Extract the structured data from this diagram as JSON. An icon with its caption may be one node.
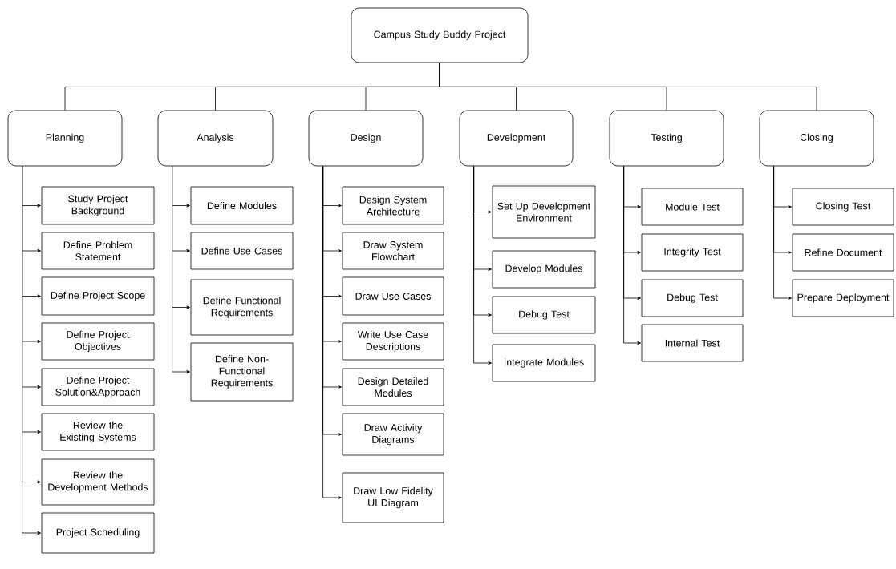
{
  "diagram": {
    "nodes": [
      {
        "text": [
          "Campus Study Buddy Project"
        ]
      },
      {
        "text": [
          "Planning"
        ]
      },
      {
        "text": [
          "Study Project Background"
        ]
      },
      {
        "text": [
          "Define Problem Statement"
        ]
      },
      {
        "text": [
          "Define Project Scope"
        ]
      },
      {
        "text": [
          "Define Project Objectives"
        ]
      },
      {
        "text": [
          "Define Project Solution&Approach"
        ]
      },
      {
        "text": [
          "Review the Existing Systems"
        ]
      },
      {
        "text": [
          "Review the Development Methods"
        ]
      },
      {
        "text": [
          "Project Scheduling"
        ]
      },
      {
        "text": [
          "Analysis"
        ]
      },
      {
        "text": [
          "Define Modules"
        ]
      },
      {
        "text": [
          "Define Use Cases"
        ]
      },
      {
        "text": [
          "Define Functional Requirements"
        ]
      },
      {
        "text": [
          "Define Non-Functional Requirements"
        ]
      },
      {
        "text": [
          "Design"
        ]
      },
      {
        "text": [
          "Design System Architecture"
        ]
      },
      {
        "text": [
          "Draw System Flowchart"
        ]
      },
      {
        "text": [
          "Draw Use Cases"
        ]
      },
      {
        "text": [
          "Write Use Case Descriptions"
        ]
      },
      {
        "text": [
          "Design Detailed Modules"
        ]
      },
      {
        "text": [
          "Draw Activity Diagrams"
        ]
      },
      {
        "text": [
          "Draw Low Fidelity UI Diagram"
        ]
      },
      {
        "text": [
          "Development"
        ]
      },
      {
        "text": [
          "Set Up Development Environment"
        ]
      },
      {
        "text": [
          "Develop Modules"
        ]
      },
      {
        "text": [
          "Debug Test"
        ]
      },
      {
        "text": [
          "Integrate Modules"
        ]
      },
      {
        "text": [
          "Testing"
        ]
      },
      {
        "text": [
          "Module Test"
        ]
      },
      {
        "text": [
          "Integrity Test"
        ]
      },
      {
        "text": [
          "Debug Test"
        ]
      },
      {
        "text": [
          "Internal Test"
        ]
      },
      {
        "text": [
          "Closing"
        ]
      },
      {
        "text": [
          "Closing Test"
        ]
      },
      {
        "text": [
          "Refine Document"
        ]
      },
      {
        "text": [
          "Prepare Deployment"
        ]
      }
    ],
    "edges": [
      {
        "from": 0,
        "to": 1,
        "arrow": "none"
      },
      {
        "from": 0,
        "to": 10,
        "arrow": "none"
      },
      {
        "from": 0,
        "to": 15,
        "arrow": "none"
      },
      {
        "from": 0,
        "to": 23,
        "arrow": "none"
      },
      {
        "from": 0,
        "to": 28,
        "arrow": "none"
      },
      {
        "from": 0,
        "to": 33,
        "arrow": "none"
      },
      {
        "from": 1,
        "to": 2,
        "arrow": "to"
      },
      {
        "from": 1,
        "to": 3,
        "arrow": "to"
      },
      {
        "from": 1,
        "to": 4,
        "arrow": "to"
      },
      {
        "from": 1,
        "to": 5,
        "arrow": "to"
      },
      {
        "from": 1,
        "to": 6,
        "arrow": "to"
      },
      {
        "from": 1,
        "to": 7,
        "arrow": "to"
      },
      {
        "from": 1,
        "to": 8,
        "arrow": "to"
      },
      {
        "from": 1,
        "to": 9,
        "arrow": "to"
      },
      {
        "from": 10,
        "to": 11,
        "arrow": "to"
      },
      {
        "from": 10,
        "to": 12,
        "arrow": "to"
      },
      {
        "from": 10,
        "to": 13,
        "arrow": "to"
      },
      {
        "from": 10,
        "to": 14,
        "arrow": "to"
      },
      {
        "from": 15,
        "to": 16,
        "arrow": "to"
      },
      {
        "from": 15,
        "to": 17,
        "arrow": "to"
      },
      {
        "from": 15,
        "to": 18,
        "arrow": "to"
      },
      {
        "from": 15,
        "to": 19,
        "arrow": "to"
      },
      {
        "from": 15,
        "to": 20,
        "arrow": "to"
      },
      {
        "from": 15,
        "to": 21,
        "arrow": "to"
      },
      {
        "from": 15,
        "to": 22,
        "arrow": "to"
      },
      {
        "from": 23,
        "to": 24,
        "arrow": "to"
      },
      {
        "from": 23,
        "to": 25,
        "arrow": "to"
      },
      {
        "from": 23,
        "to": 26,
        "arrow": "to"
      },
      {
        "from": 23,
        "to": 27,
        "arrow": "to"
      },
      {
        "from": 28,
        "to": 29,
        "arrow": "to"
      },
      {
        "from": 28,
        "to": 30,
        "arrow": "to"
      },
      {
        "from": 28,
        "to": 31,
        "arrow": "to"
      },
      {
        "from": 28,
        "to": 32,
        "arrow": "to"
      },
      {
        "from": 33,
        "to": 34,
        "arrow": "to"
      },
      {
        "from": 33,
        "to": 35,
        "arrow": "to"
      },
      {
        "from": 33,
        "to": 36,
        "arrow": "to"
      }
    ]
  }
}
